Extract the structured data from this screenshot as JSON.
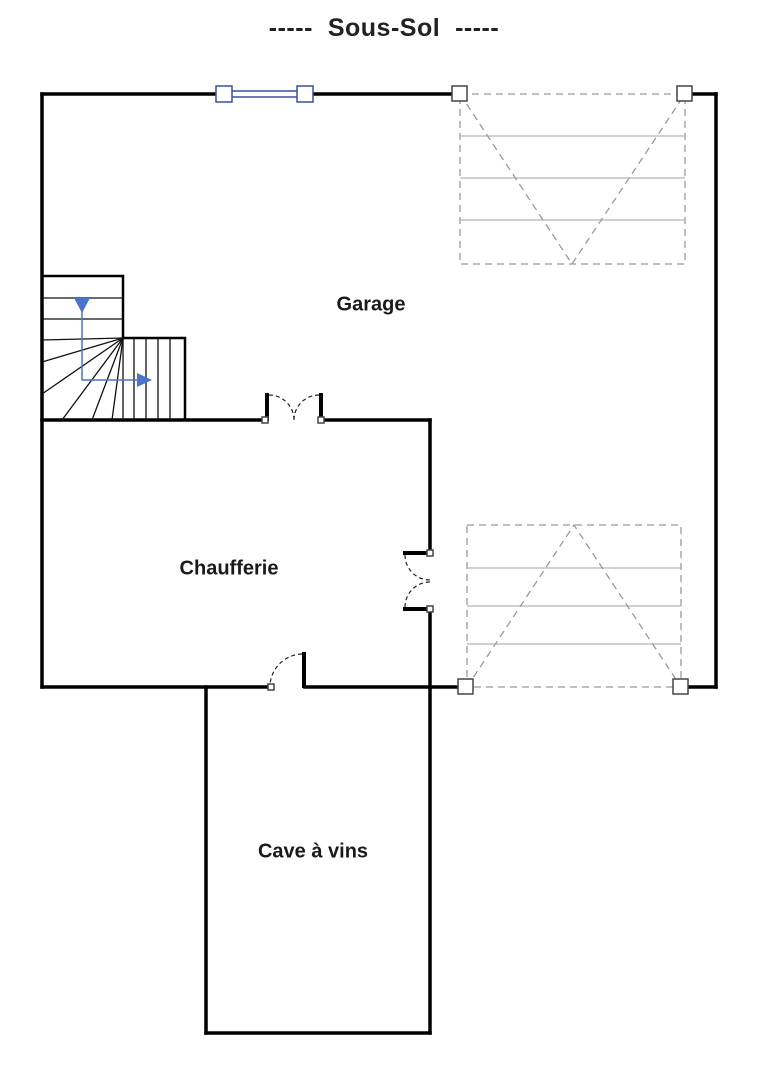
{
  "title": {
    "left_rule": "-----",
    "text": "Sous-Sol",
    "right_rule": "-----"
  },
  "rooms": {
    "garage": "Garage",
    "chaufferie": "Chaufferie",
    "cave": "Cave à vins"
  },
  "colors": {
    "wall": "#000000",
    "window": "#4a74c9",
    "stair_arrow": "#4a74c9",
    "vehicle_outline": "#9a9a9a"
  },
  "icons": {
    "stair_arrow": "triangle-arrow",
    "door": "swing-door",
    "window": "sliding-window"
  }
}
